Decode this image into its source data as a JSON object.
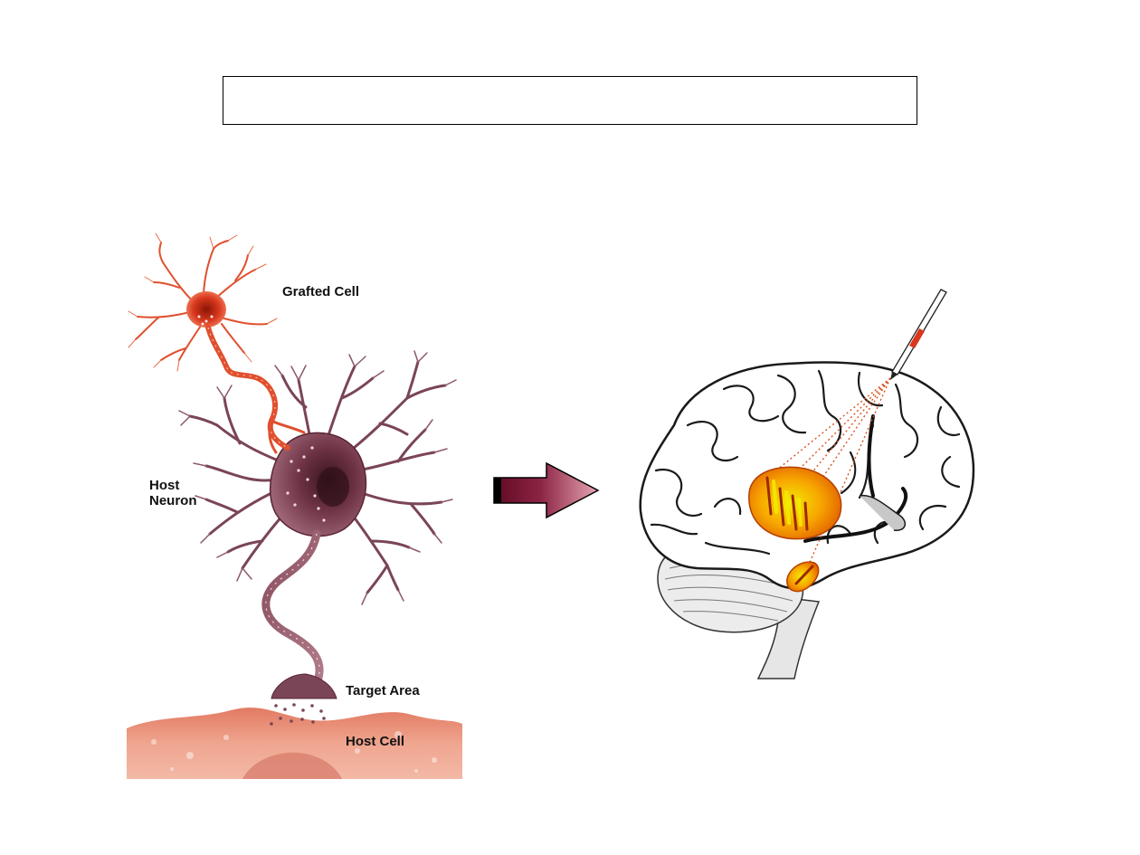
{
  "slide": {
    "title": ""
  },
  "neuron_figure": {
    "labels": {
      "grafted_cell": "Grafted Cell",
      "host_neuron_line1": "Host",
      "host_neuron_line2": "Neuron",
      "target_area": "Target Area",
      "host_cell": "Host Cell"
    }
  },
  "colors": {
    "grafted_cell": "#d9381e",
    "host_neuron": "#6e3345",
    "host_cell_tissue": "#e9917a",
    "arrow_dark": "#6b0f2a",
    "arrow_light": "#d88a9a",
    "brain_outline": "#1a1a1a",
    "implant_orange": "#f07d00",
    "implant_yellow": "#f3ec00",
    "injection_dots": "#d9531e"
  }
}
